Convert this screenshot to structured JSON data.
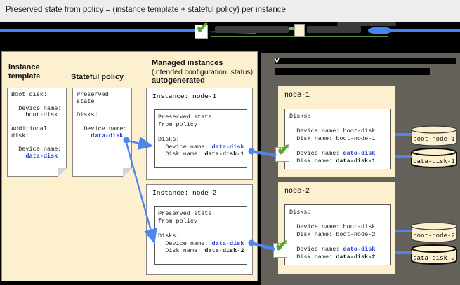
{
  "title": "Preserved state from policy = (instance template + stateful policy) per instance",
  "icons": {
    "check": "✔"
  },
  "colors": {
    "accent_blue": "#4285f4",
    "connector_blue": "#4f86ec",
    "value_blue": "#2a3cd5",
    "check_green": "#57a632",
    "panel_beige": "#fcf0cf",
    "panel_dark": "#63615a"
  },
  "left_panel": {
    "template_heading_1": "Instance",
    "template_heading_2": "template",
    "policy_heading": "Stateful policy",
    "managed_heading_1": "Managed instances",
    "managed_heading_2": "(intended configuration, status)",
    "managed_heading_3": "autogenerated",
    "template_box": {
      "boot_disk_label": "Boot disk:",
      "boot_device_label": "  Device name:",
      "boot_device_value": "    boot-disk",
      "additional_1": "Additional",
      "additional_2": "disk:",
      "data_device_label": "  Device name:",
      "data_device_value": "    data-disk"
    },
    "policy_box": {
      "heading_1": "Preserved",
      "heading_2": "state",
      "disks_label": "Disks:",
      "device_label": "  Device name:",
      "device_value": "    data-disk"
    },
    "managed_node1": {
      "heading": "Instance: node-1",
      "preserved_1": "Preserved state",
      "preserved_2": "from policy",
      "disks_label": "Disks:",
      "device_prefix": "  Device name: ",
      "device_value": "data-disk",
      "disk_prefix": "  Disk name: ",
      "disk_value": "data-disk-1"
    },
    "managed_node2": {
      "heading": "Instance: node-2",
      "preserved_1": "Preserved state",
      "preserved_2": "from policy",
      "disks_label": "Disks:",
      "device_prefix": "  Device name: ",
      "device_value": "data-disk",
      "disk_prefix": "  Disk name: ",
      "disk_value": "data-disk-2"
    }
  },
  "right_panel": {
    "heading_visible_letter": "V",
    "node1": {
      "heading": "node-1",
      "disks_label": "Disks:",
      "boot_device_prefix": "  Device name: ",
      "boot_device_value": "boot-disk",
      "boot_disk_prefix": "  Disk name: ",
      "boot_disk_value": "boot-node-1",
      "data_device_prefix": "  Device name: ",
      "data_device_value": "data-disk",
      "data_disk_prefix": "  Disk name: ",
      "data_disk_value": "data-disk-1",
      "boot_cylinder_label": "boot-node-1",
      "data_cylinder_label": "data-disk-1"
    },
    "node2": {
      "heading": "node-2",
      "disks_label": "Disks:",
      "boot_device_prefix": "  Device name: ",
      "boot_device_value": "boot-disk",
      "boot_disk_prefix": "  Disk name: ",
      "boot_disk_value": "boot-node-2",
      "data_device_prefix": "  Device name: ",
      "data_device_value": "data-disk",
      "data_disk_prefix": "  Disk name: ",
      "data_disk_value": "data-disk-2",
      "boot_cylinder_label": "boot-node-2",
      "data_cylinder_label": "data-disk-2"
    }
  }
}
